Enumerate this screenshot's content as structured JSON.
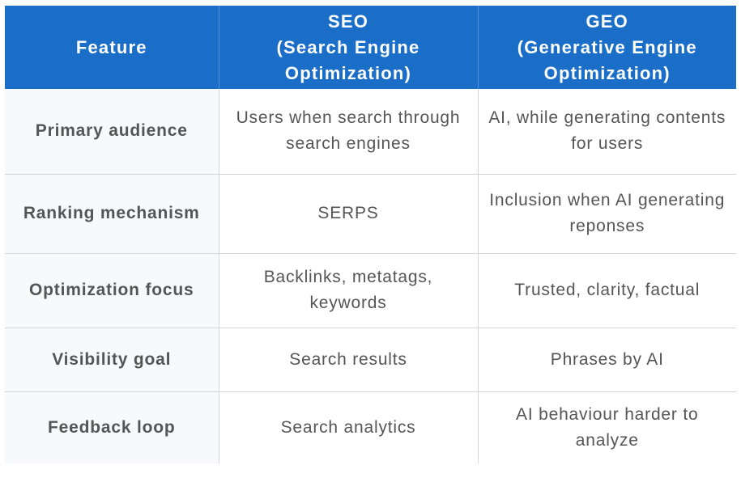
{
  "table": {
    "headers": {
      "feature": "Feature",
      "seo": "SEO\n(Search Engine\nOptimization)",
      "geo": "GEO\n(Generative Engine\nOptimization)"
    },
    "rows": [
      {
        "feature": "Primary audience",
        "seo": "Users when search through search engines",
        "geo": "AI, while generating contents for users"
      },
      {
        "feature": "Ranking mechanism",
        "seo": "SERPS",
        "geo": "Inclusion when AI generating reponses"
      },
      {
        "feature": "Optimization focus",
        "seo": "Backlinks, metatags, keywords",
        "geo": "Trusted, clarity, factual"
      },
      {
        "feature": "Visibility goal",
        "seo": "Search results",
        "geo": "Phrases by AI"
      },
      {
        "feature": "Feedback loop",
        "seo": "Search analytics",
        "geo": "AI behaviour harder to analyze"
      }
    ],
    "colors": {
      "header_bg": "#1a6ec7",
      "header_text": "#ffffff",
      "body_text": "#555555",
      "grid": "#d5d5d5"
    }
  }
}
